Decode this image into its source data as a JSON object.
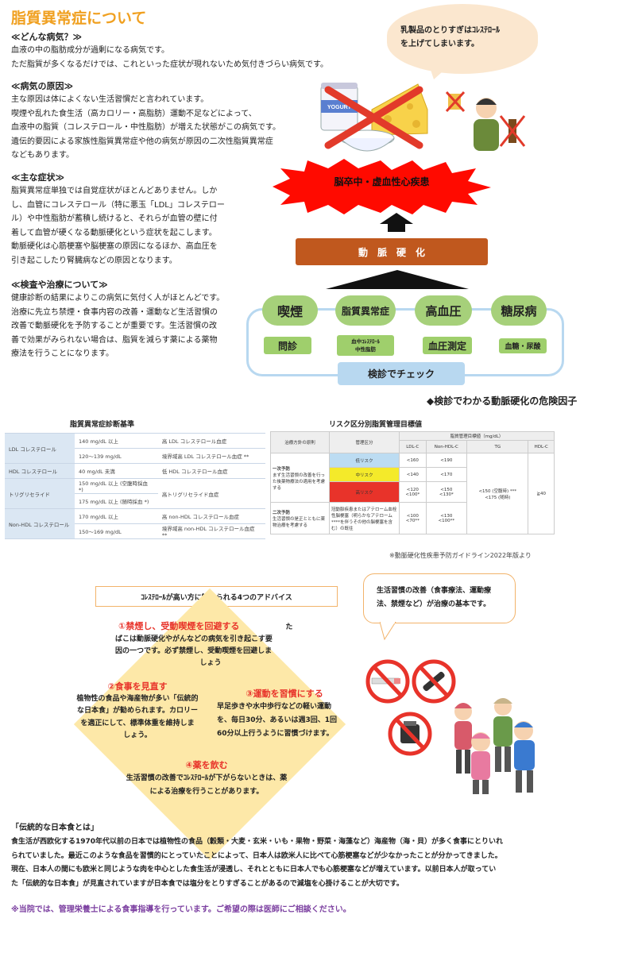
{
  "page_title": "脂質異常症について",
  "sections": {
    "what": {
      "heading": "≪どんな病気？≫",
      "lines": [
        "血液の中の脂肪成分が過剰になる病気です。",
        "ただ脂質が多くなるだけでは、これといった症状が現れないため気付きづらい病気です。"
      ]
    },
    "cause": {
      "heading": "≪病気の原因≫",
      "lines": [
        "主な原因は体によくない生活習慣だと言われています。",
        "喫煙や乱れた食生活（高カロリー・高脂肪）運動不足などによって、",
        "血液中の脂質（コレステロール・中性脂肪）が増えた状態がこの病気です。",
        "遺伝的要因による家族性脂質異常症や他の病気が原因の二次性脂質異常症",
        "などもあります。"
      ]
    },
    "symptoms": {
      "heading": "≪主な症状≫",
      "lines": [
        "脂質異常症単独では自覚症状がほとんどありません。しか",
        "し、血管にコレステロール（特に悪玉「LDL」コレステロー",
        "ル）や中性脂肪が蓄積し続けると、それらが血管の壁に付",
        "着して血管が硬くなる動脈硬化という症状を起こします。",
        "動脈硬化は心筋梗塞や脳梗塞の原因になるほか、高血圧を",
        "引き起こしたり腎臓病などの原因となります。"
      ]
    },
    "treatment": {
      "heading": "≪検査や治療について≫",
      "lines": [
        "健康診断の結果によりこの病気に気付く人がほとんどです。",
        "治療に先立ち禁煙・食事内容の改善・運動など生活習慣の",
        "改善で動脈硬化を予防することが重要です。生活習慣の改",
        "善で効果がみられない場合は、脂質を減らす薬による薬物",
        "療法を行うことになります。"
      ]
    }
  },
  "illustration": {
    "dairy_bubble": [
      "乳製品のとりすぎはｺﾚｽﾃﾛｰﾙ",
      "を上げてしまいます。"
    ],
    "yogurt_label": "YOGURT",
    "disease_burst": "脳卒中・虚血性心疾患",
    "arteriosclerosis": "動　脈　硬　化",
    "factors": [
      {
        "name": "喫煙",
        "check": "問診"
      },
      {
        "name": "脂質異常症",
        "check": "血中ｺﾚｽﾃﾛｰﾙ\n中性脂肪"
      },
      {
        "name": "高血圧",
        "check": "血圧測定"
      },
      {
        "name": "糖尿病",
        "check": "血糖・尿酸"
      }
    ],
    "checkup_label": "検診でチェック",
    "caption": "◆検診でわかる動脈硬化の危険因子"
  },
  "criteria_table": {
    "title": "脂質異常症診断基準",
    "rows": [
      {
        "name": "LDL コレステロール",
        "items": [
          [
            "140 mg/dL 以上",
            "高 LDL コレステロール血症"
          ],
          [
            "120～139 mg/dL",
            "境界域高 LDL コレステロール血症 **"
          ]
        ]
      },
      {
        "name": "HDL コレステロール",
        "items": [
          [
            "40 mg/dL 未満",
            "低 HDL コレステロール血症"
          ]
        ]
      },
      {
        "name": "トリグリセライド",
        "items": [
          [
            "150 mg/dL 以上 (空腹時採血 *)",
            "高トリグリセライド血症"
          ],
          [
            "175 mg/dL 以上 (随時採血 *)",
            ""
          ]
        ]
      },
      {
        "name": "Non-HDL コレステロール",
        "items": [
          [
            "170 mg/dL 以上",
            "高 non-HDL コレステロール血症"
          ],
          [
            "150～169 mg/dL",
            "境界域高 non-HDL コレステロール血症 **"
          ]
        ]
      }
    ]
  },
  "risk_table": {
    "title": "リスク区分別脂質管理目標値",
    "headers": {
      "policy": "治療方針の原則",
      "category": "管理区分",
      "target": "脂質管理目標値（mg/dL）",
      "cols": [
        "LDL-C",
        "Non-HDL-C",
        "TG",
        "HDL-C"
      ]
    },
    "primary": {
      "label": "一次予防",
      "desc": "まず生活習慣の改善を行った後薬物療法の適用を考慮する",
      "rows": [
        {
          "cat": "低リスク",
          "ldl": "<160",
          "nonhdl": "<190"
        },
        {
          "cat": "中リスク",
          "ldl": "<140",
          "nonhdl": "<170"
        },
        {
          "cat": "高リスク",
          "ldl": "<120\n<100*",
          "nonhdl": "<150\n<130*"
        }
      ]
    },
    "secondary": {
      "label": "二次予防",
      "desc": "生活習慣の是正とともに薬物治療を考慮する",
      "cat": "冠動脈疾患またはアテローム血栓性脳梗塞（明らかなアテローム****を伴うその他の脳梗塞を含む）の既往",
      "ldl": "<100\n<70**",
      "nonhdl": "<130\n<100**"
    },
    "tg": "<150 (空腹時) ***\n<175 (随時)",
    "hdl": "≧40",
    "source": "※動脈硬化性疾患予防ガイドライン2022年版より"
  },
  "advice": {
    "box_title": "ｺﾚｽﾃﾛｰﾙが高い方に勧められる4つのアドバイス",
    "item1": {
      "title": "①禁煙し、受動喫煙を回避する",
      "tail": "た",
      "lines": [
        "ばこは動脈硬化やがんなどの病気を引き起こす要",
        "因の一つです。必ず禁煙し、受動喫煙を回避しま",
        "しょう"
      ]
    },
    "item2": {
      "title": "②食事を見直す",
      "lines": [
        "植物性の食品や海産物が多い「伝統的",
        "な日本食」が勧められます。カロリー",
        "を適正にして、標準体重を維持しま",
        "しょう。"
      ]
    },
    "item3": {
      "title": "③運動を習慣にする",
      "lines": [
        "早足歩きや水中歩行などの軽い運動",
        "を、毎日30分、あるいは週3回、1回",
        "60分以上行うように習慣づけます。"
      ]
    },
    "item4": {
      "title": "④薬を飲む",
      "lines": [
        "生活習慣の改善でｺﾚｽﾃﾛｰﾙが下がらないときは、薬",
        "による治療を行うことがあります。"
      ]
    },
    "lifestyle_bubble": [
      "生活習慣の改善（食事療法、運動療",
      "法、禁煙など）が治療の基本です。"
    ]
  },
  "japanese_diet": {
    "heading": "「伝統的な日本食とは」",
    "lines": [
      "食生活が西欧化する1970年代以前の日本では植物性の食品（穀類・大麦・玄米・いも・果物・野菜・海藻など）海産物（海・貝）が多く食事にとりいれ",
      "られていました。最近このような食品を習慣的にとっていたことによって、日本人は欧米人に比べて心筋梗塞などが少なかったことが分かってきました。",
      "現在、日本人の間にも欧米と同じような肉を中心とした食生活が浸透し、それとともに日本人でも心筋梗塞などが増えています。以前日本人が取ってい",
      "た「伝統的な日本食」が見直されていますが日本食では塩分をとりすぎることがあるので減塩を心掛けることが大切です。"
    ]
  },
  "footer_note": "※当院では、管理栄養士による食事指導を行っています。ご希望の際は医師にご相談ください。",
  "colors": {
    "title": "#f0a020",
    "red": "#e8332a",
    "purple": "#7b3fa0",
    "brown": "#c0581e",
    "green": "#a6d07a",
    "checkup_blue": "#b8d8f0"
  }
}
